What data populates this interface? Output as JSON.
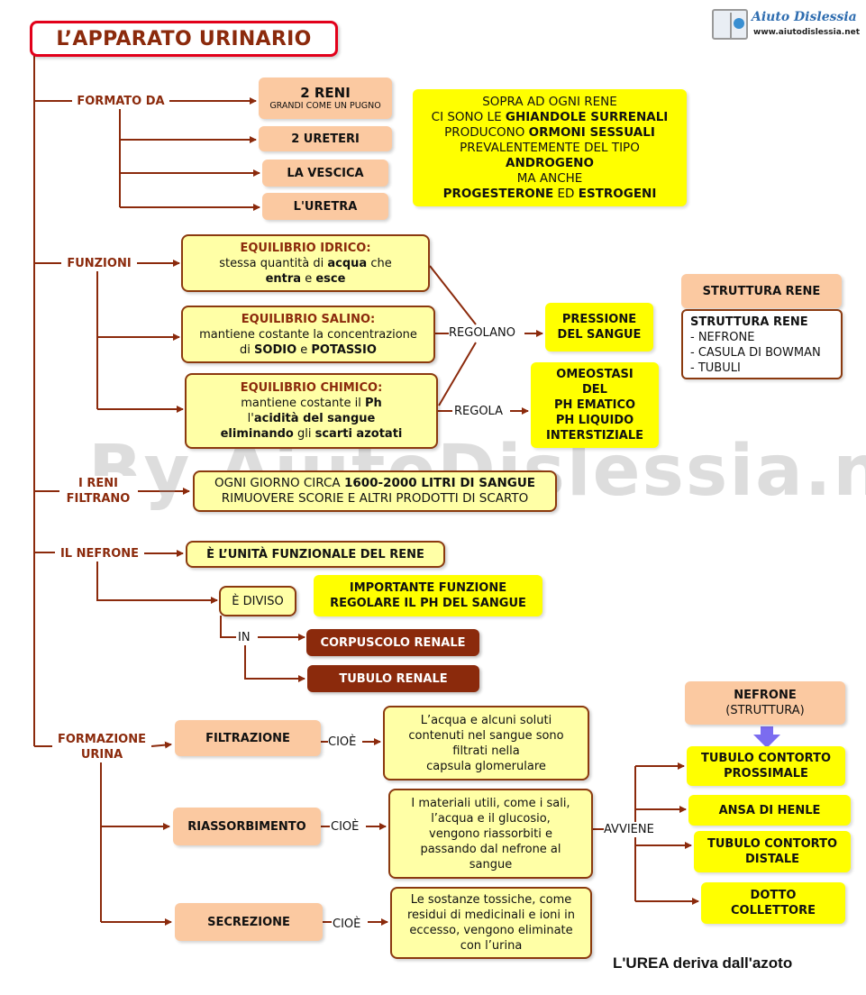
{
  "title": "L’APPARATO URINARIO",
  "logo": {
    "name": "Aiuto Dislessia",
    "url": "www.aiutodislessia.net"
  },
  "watermark": "By AiutoDislessia.net",
  "formato": {
    "label": "FORMATO DA",
    "reni_main": "2 RENI",
    "reni_sub": "GRANDI COME UN PUGNO",
    "ureteri": "2 URETERI",
    "vescica": "LA VESCICA",
    "uretra": "L'URETRA"
  },
  "surrenali": {
    "l1": "SOPRA AD OGNI RENE",
    "l2a": "CI SONO LE ",
    "l2b": "GHIANDOLE SURRENALI",
    "l3a": "PRODUCONO ",
    "l3b": "ORMONI SESSUALI",
    "l4": "PREVALENTEMENTE DEL TIPO",
    "l5": "ANDROGENO",
    "l6": "MA ANCHE",
    "l7a": "PROGESTERONE",
    "l7b": " ED ",
    "l7c": "ESTROGENI"
  },
  "funzioni": {
    "label": "FUNZIONI",
    "idrico_title": "EQUILIBRIO IDRICO:",
    "idrico_l1a": "stessa quantità di ",
    "idrico_l1b": "acqua",
    "idrico_l1c": " che",
    "idrico_l2a": "entra",
    "idrico_l2b": " e ",
    "idrico_l2c": "esce",
    "salino_title": "EQUILIBRIO SALINO:",
    "salino_l1": "mantiene costante la concentrazione",
    "salino_l2a": "di ",
    "salino_l2b": "SODIO",
    "salino_l2c": " e ",
    "salino_l2d": "POTASSIO",
    "chimico_title": "EQUILIBRIO CHIMICO:",
    "chimico_l1a": "mantiene costante il ",
    "chimico_l1b": "Ph",
    "chimico_l2a": "l'",
    "chimico_l2b": "acidità del sangue",
    "chimico_l3a": "eliminando",
    "chimico_l3b": " gli ",
    "chimico_l3c": "scarti azotati",
    "regolano": "REGOLANO",
    "regola": "REGOLA",
    "pressione": [
      "PRESSIONE",
      "DEL SANGUE"
    ],
    "omeostasi": [
      "OMEOSTASI",
      "DEL",
      "PH EMATICO",
      "PH LIQUIDO",
      "INTERSTIZIALE"
    ]
  },
  "struttura": {
    "header": "STRUTTURA RENE",
    "title": "STRUTTURA RENE",
    "items": [
      "- NEFRONE",
      "- CASULA DI BOWMAN",
      "- TUBULI"
    ]
  },
  "filtrano": {
    "label": [
      "I RENI",
      "FILTRANO"
    ],
    "l1a": "OGNI GIORNO CIRCA ",
    "l1b": "1600-2000 LITRI DI SANGUE",
    "l2": "RIMUOVERE SCORIE E ALTRI PRODOTTI DI SCARTO"
  },
  "nefrone": {
    "label": "IL NEFRONE",
    "unita": "È L’UNITÀ FUNZIONALE DEL RENE",
    "diviso": "È DIVISO",
    "in": "IN",
    "importante": [
      "IMPORTANTE FUNZIONE",
      "REGOLARE IL PH DEL SANGUE"
    ],
    "corpuscolo": "CORPUSCOLO RENALE",
    "tubulo": "TUBULO RENALE"
  },
  "urina": {
    "label": [
      "FORMAZIONE",
      "URINA"
    ],
    "filtrazione": "FILTRAZIONE",
    "riassorbimento": "RIASSORBIMENTO",
    "secrezione": "SECREZIONE",
    "cioe": "CIOÈ",
    "filtr_text": [
      "L’acqua e alcuni soluti",
      "contenuti nel sangue sono",
      "filtrati nella",
      "capsula glomerulare"
    ],
    "riass_text": [
      "I materiali utili, come i sali,",
      "l’acqua e il glucosio,",
      "vengono riassorbiti e",
      "passando dal nefrone al",
      "sangue"
    ],
    "secr_text": [
      "Le sostanze tossiche, come",
      "residui di medicinali e ioni in",
      "eccesso, vengono eliminate",
      "con l’urina"
    ],
    "avviene": "AVVIENE",
    "nefrone_title": "NEFRONE",
    "nefrone_sub": "(STRUTTURA)",
    "parti": [
      [
        "TUBULO CONTORTO",
        "PROSSIMALE"
      ],
      [
        "ANSA DI HENLE"
      ],
      [
        "TUBULO CONTORTO",
        "DISTALE"
      ],
      [
        "DOTTO",
        "COLLETTORE"
      ]
    ]
  },
  "footer": "L'UREA deriva dall'azoto"
}
